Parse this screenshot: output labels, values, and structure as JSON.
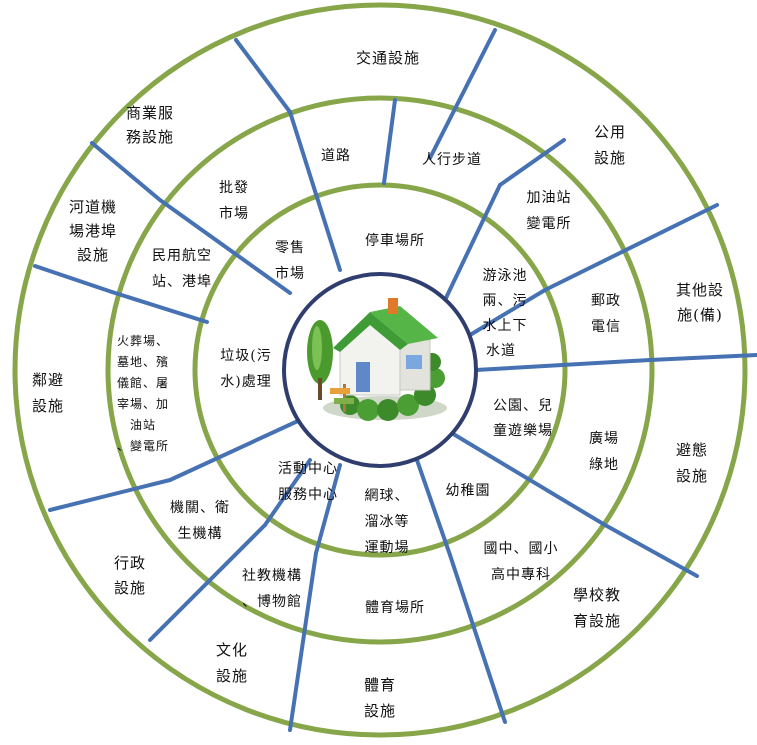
{
  "colors": {
    "ring": "#86A649",
    "spoke": "#4672B4",
    "hub_ring": "#2F3E6E",
    "text": "#111111"
  },
  "center_icon": "house-icon",
  "labels": {
    "outer": {
      "traffic": [
        "交通設施"
      ],
      "commerce": [
        "商業服",
        "務設施"
      ],
      "public_utility": [
        "公用",
        "設施"
      ],
      "river_port": [
        "河道機",
        "場港埠",
        "設施"
      ],
      "other": [
        "其他設",
        "施(備)"
      ],
      "neighbor_avoid": [
        "鄰避",
        "設施"
      ],
      "refuge": [
        "避態",
        "設施"
      ],
      "administration": [
        "行政",
        "設施"
      ],
      "school": [
        "學校教",
        "育設施"
      ],
      "culture": [
        "文化",
        "設施"
      ],
      "sports": [
        "體育",
        "設施"
      ]
    },
    "middle": {
      "road": [
        "道路"
      ],
      "sidewalk": [
        "人行步道"
      ],
      "wholesale": [
        "批發",
        "市場"
      ],
      "gas_power": [
        "加油站",
        "變電所"
      ],
      "airport_port": [
        "民用航空",
        "站、港埠"
      ],
      "post_telecom": [
        "郵政",
        "電信"
      ],
      "funeral": [
        "火葬場、",
        "墓地、殯",
        "儀館、屠",
        "宰場、加",
        "油站",
        "、變電所"
      ],
      "plaza_green": [
        "廣場",
        "綠地"
      ],
      "agency_health": [
        "機關、衛",
        "生機構"
      ],
      "schools": [
        "國中、國小",
        "高中專科"
      ],
      "social_museum": [
        "社教機構",
        "、博物館"
      ],
      "sports_venue": [
        "體育場所"
      ]
    },
    "inner": {
      "parking": [
        "停車場所"
      ],
      "retail": [
        "零售",
        "市場"
      ],
      "pool_sewer": [
        "游泳池",
        "兩、污",
        "水上下",
        "水道"
      ],
      "waste": [
        "垃圾(污",
        "水)處理"
      ],
      "park_playground": [
        "公園、兒",
        "童遊樂場"
      ],
      "activity": [
        "活動中心",
        "服務中心"
      ],
      "kindergarten": [
        "幼稚園"
      ],
      "tennis_skating": [
        "網球、",
        "溜冰等",
        "運動場"
      ]
    }
  }
}
